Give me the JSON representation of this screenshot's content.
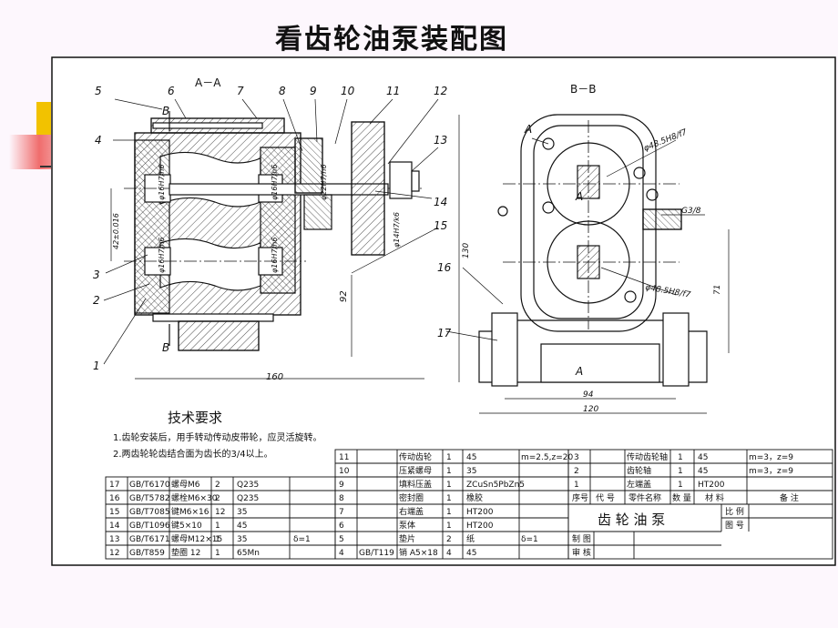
{
  "page_title": "看齿轮油泵装配图",
  "view_labels": {
    "aa": "A－A",
    "bb": "B－B"
  },
  "section_marks": {
    "b_top": "B",
    "b_bottom": "B",
    "a_top": "A",
    "a_center": "A",
    "a_bottom": "A"
  },
  "callouts": [
    "1",
    "2",
    "3",
    "4",
    "5",
    "6",
    "7",
    "8",
    "9",
    "10",
    "11",
    "12",
    "13",
    "14",
    "15",
    "16",
    "17"
  ],
  "dimensions": {
    "d160": "160",
    "d92": "92",
    "d42": "42±0.016",
    "d130": "130",
    "d71": "71",
    "d94": "94",
    "d120": "120",
    "g38": "G3/8",
    "fit1": "φ16H7/h6",
    "fit2": "φ16H7/h6",
    "fit3": "φ16H7/h6",
    "fit4": "φ16H7/h6",
    "fit5": "φ22H7/h6",
    "fit6": "φ14H7/k6",
    "bore1": "φ48.5H8/f7",
    "bore2": "φ48.5H8/f7"
  },
  "tech": {
    "heading": "技术要求",
    "line1": "1.齿轮安装后，用手转动传动皮带轮，应灵活旋转。",
    "line2": "2.两齿轮轮齿结合面为齿长的3/4以上。"
  },
  "bom_left": [
    [
      "17",
      "GB/T6170",
      "螺母M6",
      "2",
      "Q235",
      "",
      ""
    ],
    [
      "16",
      "GB/T5782",
      "螺栓M6×30",
      "2",
      "Q235",
      "",
      ""
    ],
    [
      "15",
      "GB/T7085",
      "键M6×16",
      "12",
      "35",
      "",
      ""
    ],
    [
      "14",
      "GB/T1096",
      "键5×10",
      "1",
      "45",
      "",
      ""
    ],
    [
      "13",
      "GB/T6171",
      "螺母M12×15",
      "1",
      "35",
      "δ=1",
      ""
    ],
    [
      "12",
      "GB/T859",
      "垫圈 12",
      "1",
      "65Mn",
      "",
      ""
    ]
  ],
  "bom_mid": [
    [
      "11",
      "",
      "传动齿轮",
      "1",
      "45",
      "m=2.5,z=20"
    ],
    [
      "10",
      "",
      "压紧螺母",
      "1",
      "35",
      ""
    ],
    [
      "9",
      "",
      "填料压盖",
      "1",
      "ZCuSn5PbZn5",
      ""
    ],
    [
      "8",
      "",
      "密封圈",
      "1",
      "橡胶",
      ""
    ],
    [
      "7",
      "",
      "右端盖",
      "1",
      "HT200",
      ""
    ],
    [
      "6",
      "",
      "泵体",
      "1",
      "HT200",
      ""
    ],
    [
      "5",
      "",
      "垫片",
      "2",
      "纸",
      "δ=1"
    ],
    [
      "4",
      "GB/T119",
      "销 A5×18",
      "4",
      "45",
      ""
    ]
  ],
  "bom_right": [
    [
      "3",
      "",
      "传动齿轮轴",
      "1",
      "45",
      "m=3，z=9"
    ],
    [
      "2",
      "",
      "齿轮轴",
      "1",
      "45",
      "m=3，z=9"
    ],
    [
      "1",
      "",
      "左端盖",
      "1",
      "HT200",
      ""
    ]
  ],
  "bom_header": [
    "序号",
    "代 号",
    "零件名称",
    "数 量",
    "材 料",
    "备 注"
  ],
  "title_block": {
    "name": "齿 轮 油 泵",
    "scale_label": "比 例",
    "drawing_no_label": "图 号",
    "drafter_label": "制 图",
    "checker_label": "审 核"
  }
}
